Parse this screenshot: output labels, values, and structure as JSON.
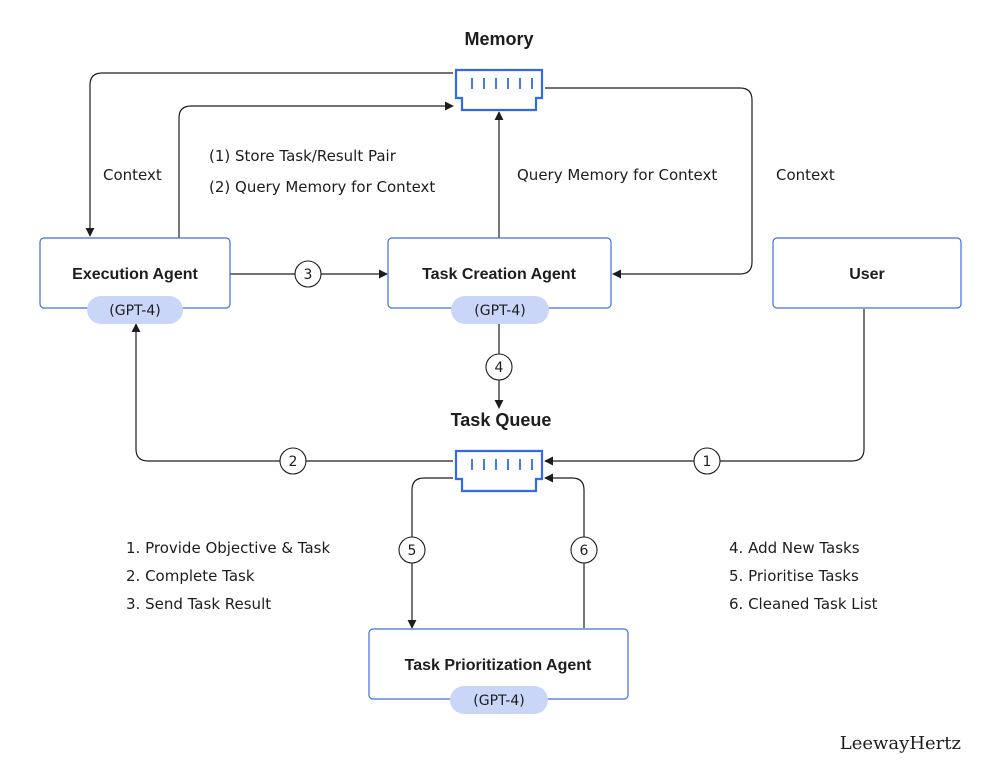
{
  "memory": {
    "title": "Memory",
    "icon": "memory-storage-icon"
  },
  "task_queue": {
    "title": "Task Queue",
    "icon": "task-queue-storage-icon"
  },
  "agents": {
    "execution": {
      "label": "Execution Agent",
      "model": "(GPT-4)"
    },
    "task_creation": {
      "label": "Task Creation Agent",
      "model": "(GPT-4)"
    },
    "task_prioritization": {
      "label": "Task Prioritization Agent",
      "model": "(GPT-4)"
    }
  },
  "user": {
    "label": "User"
  },
  "labels": {
    "context_left": "Context",
    "context_right": "Context",
    "store_pair": "(1) Store Task/Result Pair",
    "query_memory": "(2) Query Memory for Context",
    "query_memory_context": "Query Memory for Context"
  },
  "steps": [
    "1",
    "2",
    "3",
    "4",
    "5",
    "6"
  ],
  "legend_left": [
    "1. Provide Objective & Task",
    "2. Complete Task",
    "3. Send Task Result"
  ],
  "legend_right": [
    "4. Add New Tasks",
    "5. Prioritise Tasks",
    "6. Cleaned Task List"
  ],
  "brand": "LeewayHertz",
  "colors": {
    "box_border": "#3d6fd6",
    "pill_fill": "#c9d6f7",
    "storage_icon": "#2f6bea",
    "line": "#1d1d1f"
  }
}
